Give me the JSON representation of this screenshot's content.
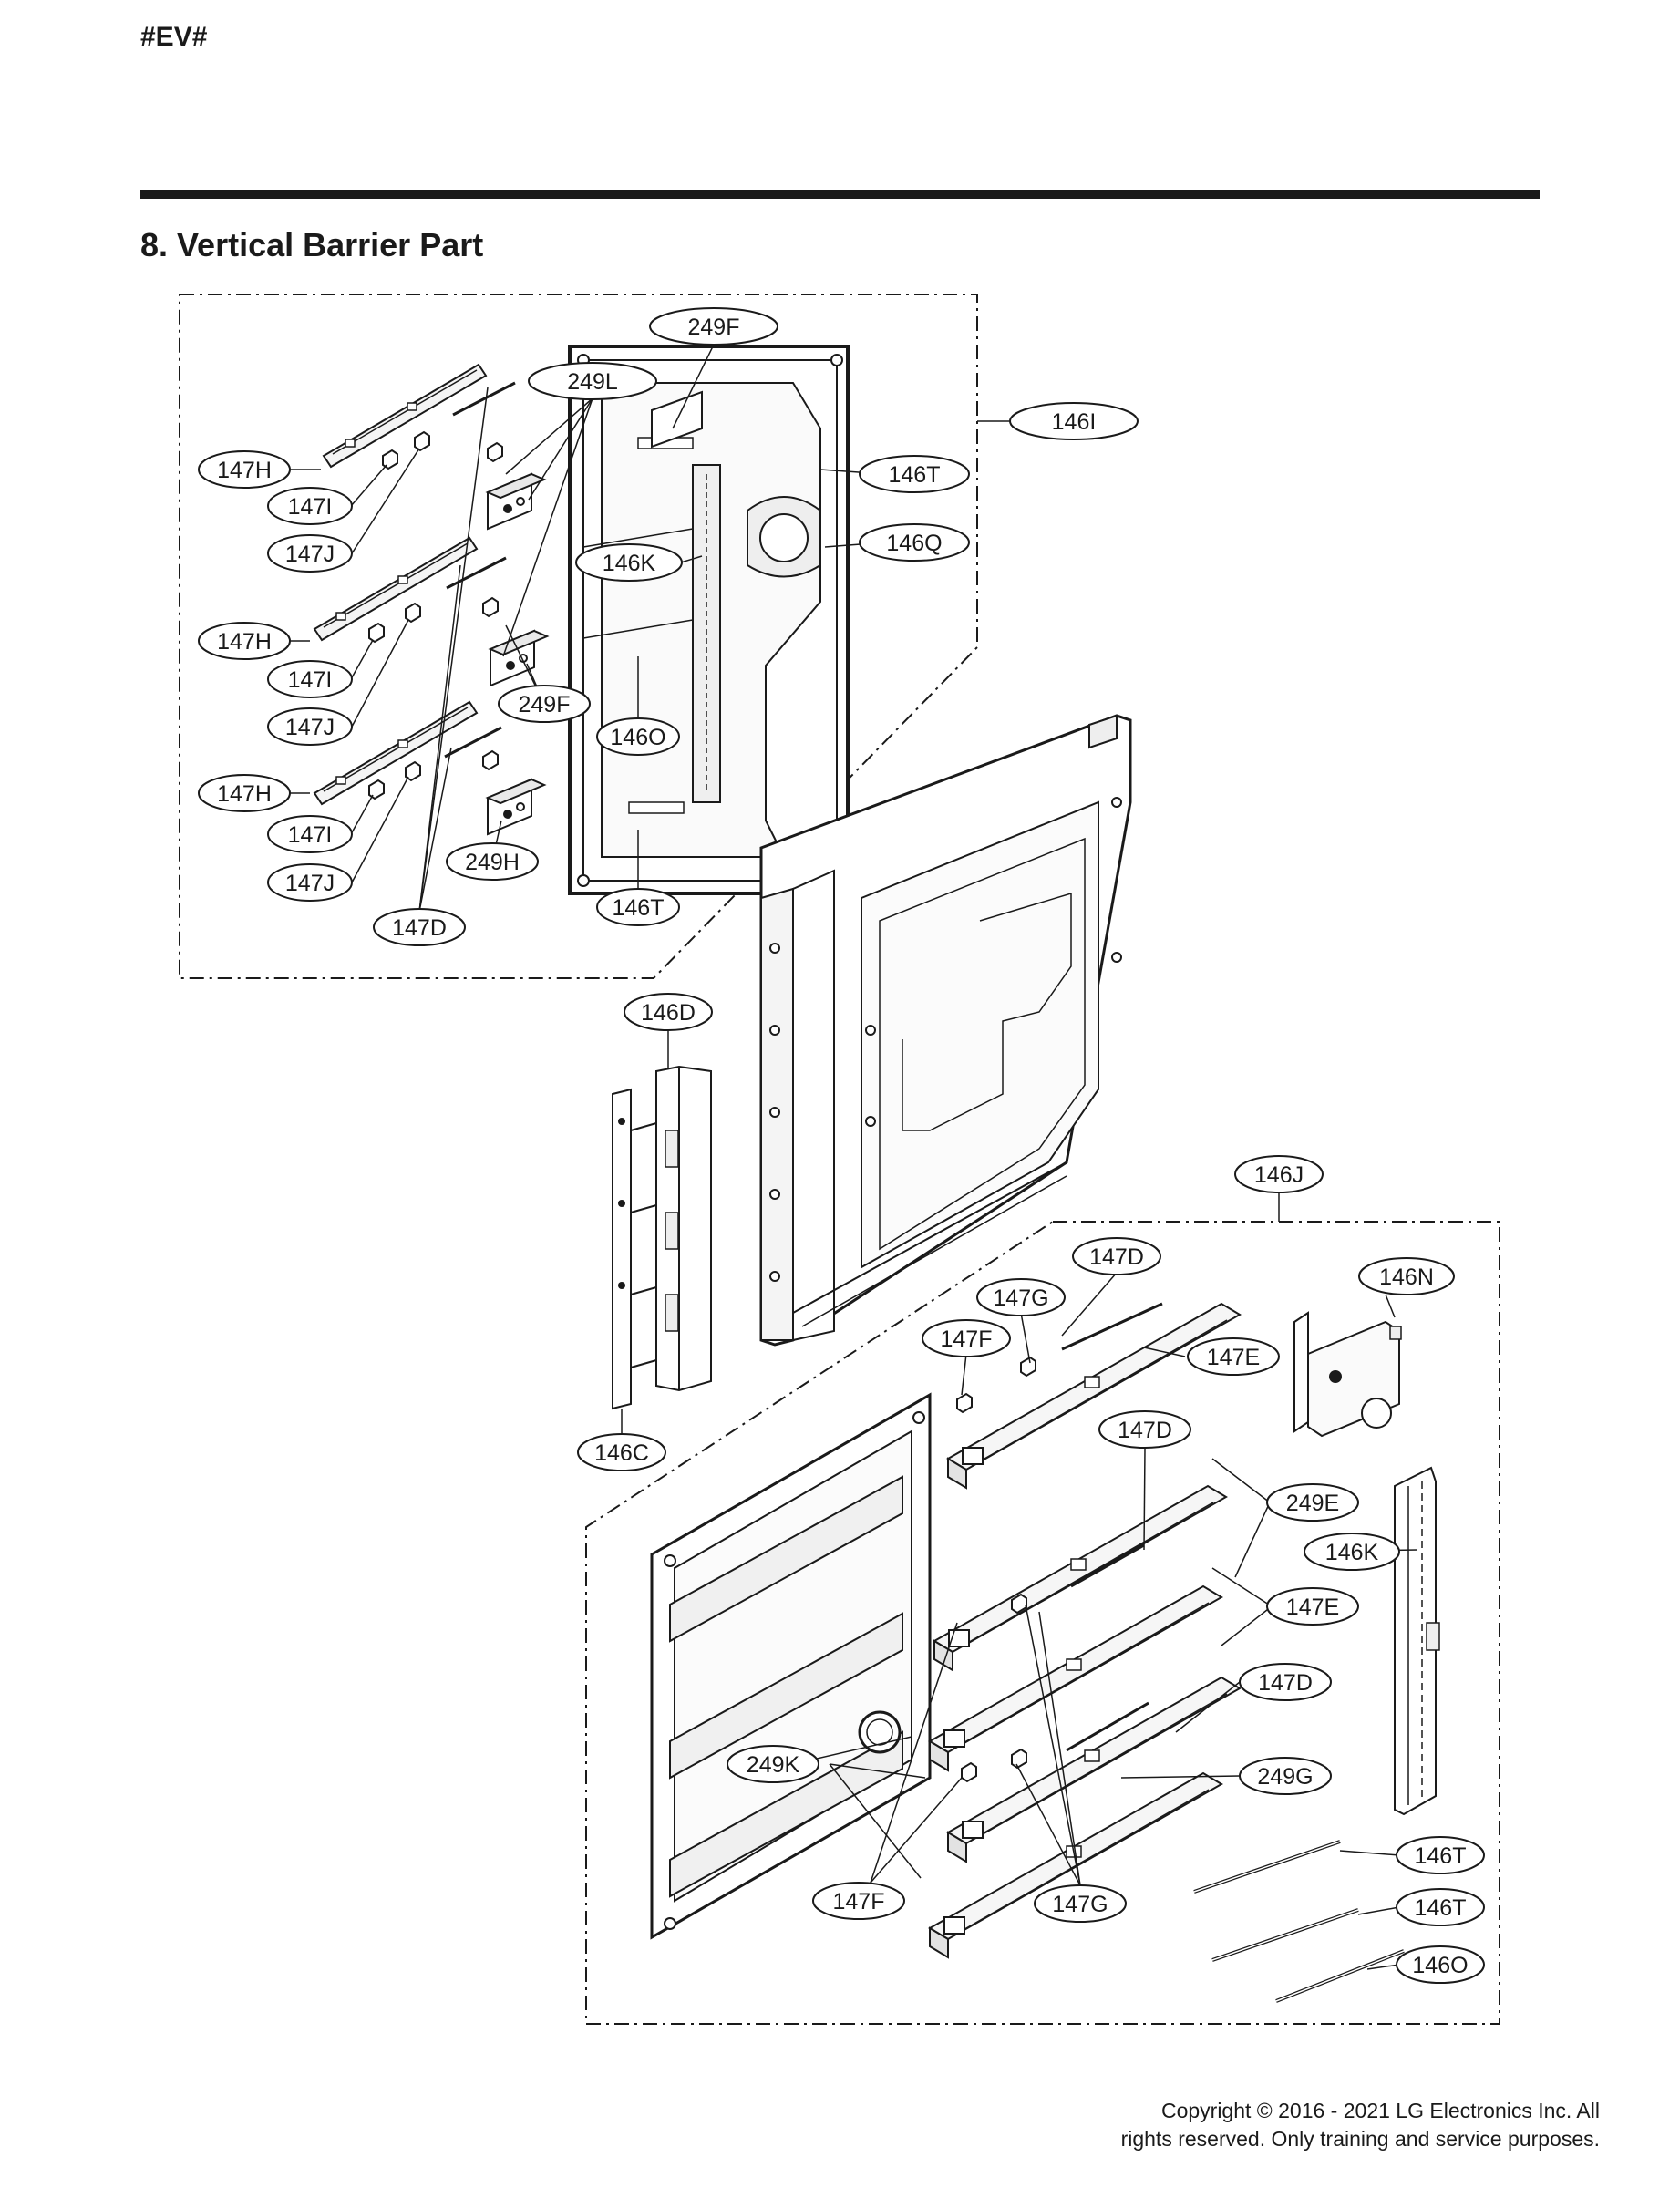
{
  "header": {
    "tag": "#EV#"
  },
  "section": {
    "title": "8. Vertical Barrier Part"
  },
  "callouts": {
    "c249F_top": "249F",
    "c249L": "249L",
    "c146I": "146I",
    "c146T_a": "146T",
    "c146Q": "146Q",
    "c146K_a": "146K",
    "c147H_1": "147H",
    "c147I_1": "147I",
    "c147J_1": "147J",
    "c147H_2": "147H",
    "c147I_2": "147I",
    "c147J_2": "147J",
    "c249F_mid": "249F",
    "c146O_a": "146O",
    "c147H_3": "147H",
    "c147I_3": "147I",
    "c147J_3": "147J",
    "c249H": "249H",
    "c146T_b": "146T",
    "c147D_a": "147D",
    "c146D": "146D",
    "c146C": "146C",
    "c146J": "146J",
    "c147D_b": "147D",
    "c147G_a": "147G",
    "c147F_a": "147F",
    "c147E_a": "147E",
    "c146N": "146N",
    "c147D_c": "147D",
    "c249E": "249E",
    "c146K_b": "146K",
    "c147E_b": "147E",
    "c147D_d": "147D",
    "c249K": "249K",
    "c249G": "249G",
    "c146T_c": "146T",
    "c146T_d": "146T",
    "c146O_b": "146O",
    "c147F_b": "147F",
    "c147G_b": "147G"
  },
  "footer": {
    "copyright_line1": "Copyright © 2016 - 2021 LG Electronics Inc. All",
    "copyright_line2": "rights reserved. Only training and service purposes."
  }
}
